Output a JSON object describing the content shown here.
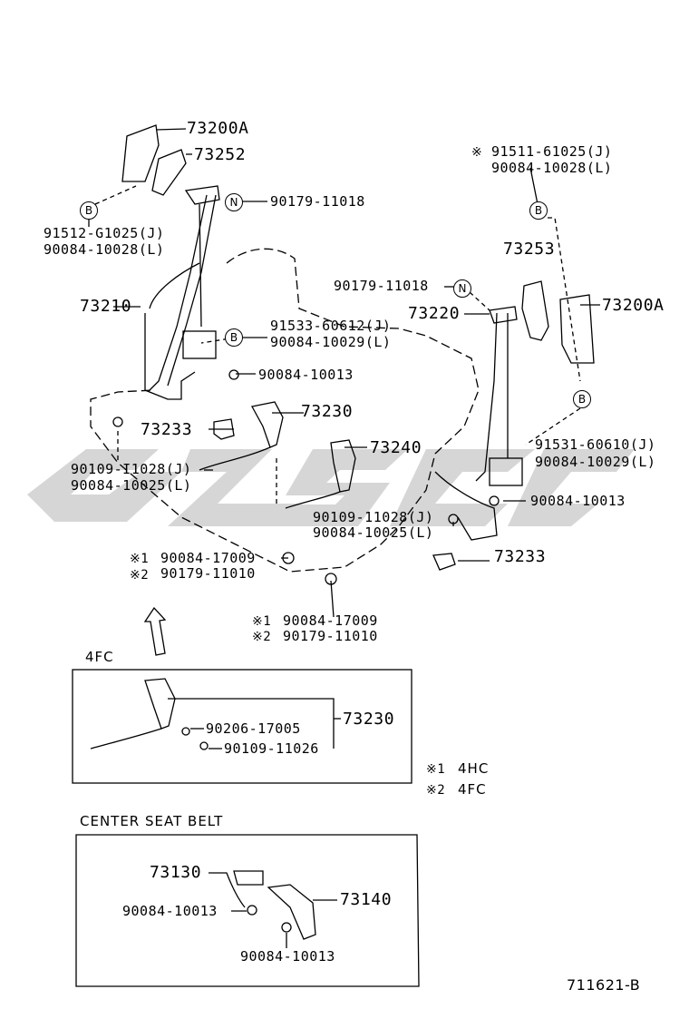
{
  "watermark": "ﾄﾖﾀ",
  "figure_id": "711621-B",
  "callouts": {
    "c73200a_left": "73200A",
    "c73252": "73252",
    "c90179_11018_a": "90179-11018",
    "c91512_j": "91512-G1025(J)",
    "c90084_10028_l_left": "90084-10028(L)",
    "c73210": "73210",
    "c91533_j": "91533-60612(J)",
    "c90084_10029_l_left": "90084-10029(L)",
    "c90084_10013_a": "90084-10013",
    "c73233_left": "73233",
    "c73230": "73230",
    "c73240": "73240",
    "c90109_11028_j_left": "90109-I1028(J)",
    "c90084_10025_l_left": "90084-10025(L)",
    "c90109_11028_j_mid": "90109-11028(J)",
    "c90084_10025_l_mid": "90084-10025(L)",
    "c91511_j": "91511-61025(J)",
    "c90084_10028_l_right": "90084-10028(L)",
    "c73253": "73253",
    "c90179_11018_b": "90179-11018",
    "c73220": "73220",
    "c73200a_right": "73200A",
    "c91531_j": "91531-60610(J)",
    "c90084_10029_l_right": "90084-10029(L)",
    "c90084_10013_b": "90084-10013",
    "c73233_right": "73233",
    "c90084_17009_a": "90084-17009",
    "c90179_11010_a": "90179-11010",
    "c90084_17009_b": "90084-17009",
    "c90179_11010_b": "90179-11010",
    "c90206_17005": "90206-17005",
    "c90109_11026": "90109-11026",
    "c73230_box": "73230",
    "c73130": "73130",
    "c73140": "73140",
    "c90084_10013_c": "90084-10013",
    "c90084_10013_d": "90084-10013"
  },
  "markers": {
    "star1": "※1",
    "star2": "※2",
    "star": "※",
    "B": "B",
    "N": "N"
  },
  "legend": {
    "k1": "※1",
    "v1": "4HC",
    "k2": "※2",
    "v2": "4FC"
  },
  "sections": {
    "fc_label": "4FC",
    "center_label": "CENTER SEAT BELT"
  }
}
